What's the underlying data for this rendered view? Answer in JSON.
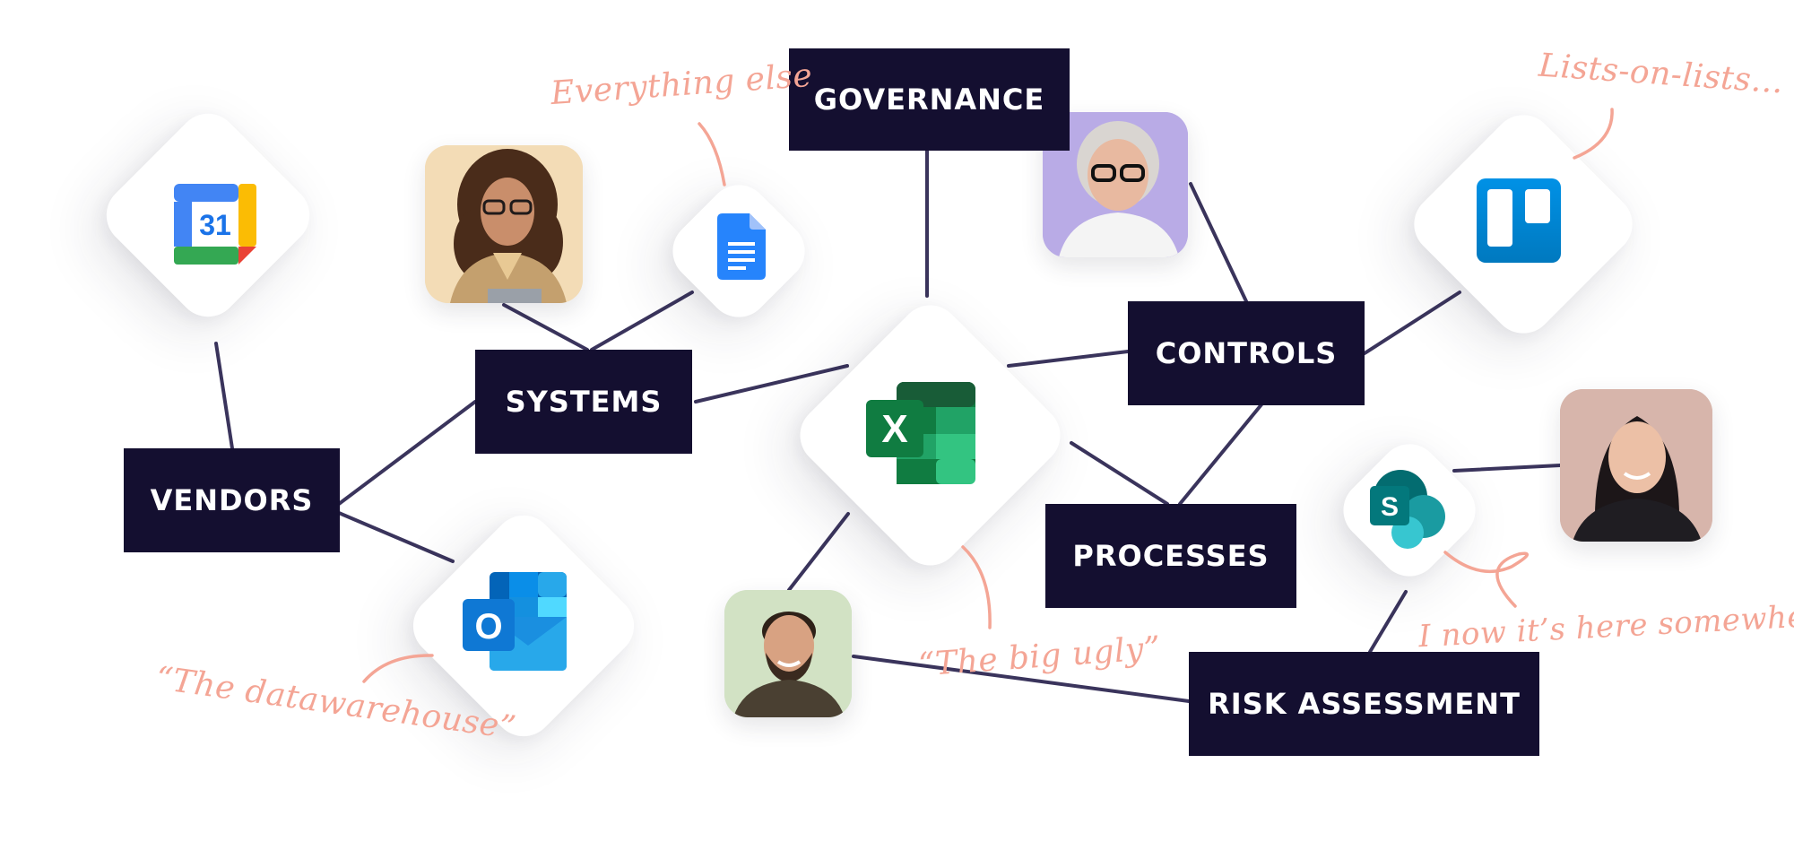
{
  "nodes": {
    "governance": "GOVERNANCE",
    "systems": "SYSTEMS",
    "vendors": "VENDORS",
    "controls": "CONTROLS",
    "processes": "PROCESSES",
    "risk_assessment": "RISK ASSESSMENT"
  },
  "annotations": {
    "everything_else": "Everything else",
    "lists_on_lists": "Lists-on-lists...",
    "datawarehouse": "“The datawarehouse”",
    "big_ugly": "“The big ugly”",
    "here_somewhere": "I now it’s here somewhere"
  },
  "icons": {
    "calendar_day": "31",
    "excel_letter": "X",
    "outlook_letter": "O",
    "sharepoint_letter": "S"
  },
  "colors": {
    "label_bg": "#140f30",
    "connector": "#3a345c",
    "annotation": "#f4a595"
  }
}
